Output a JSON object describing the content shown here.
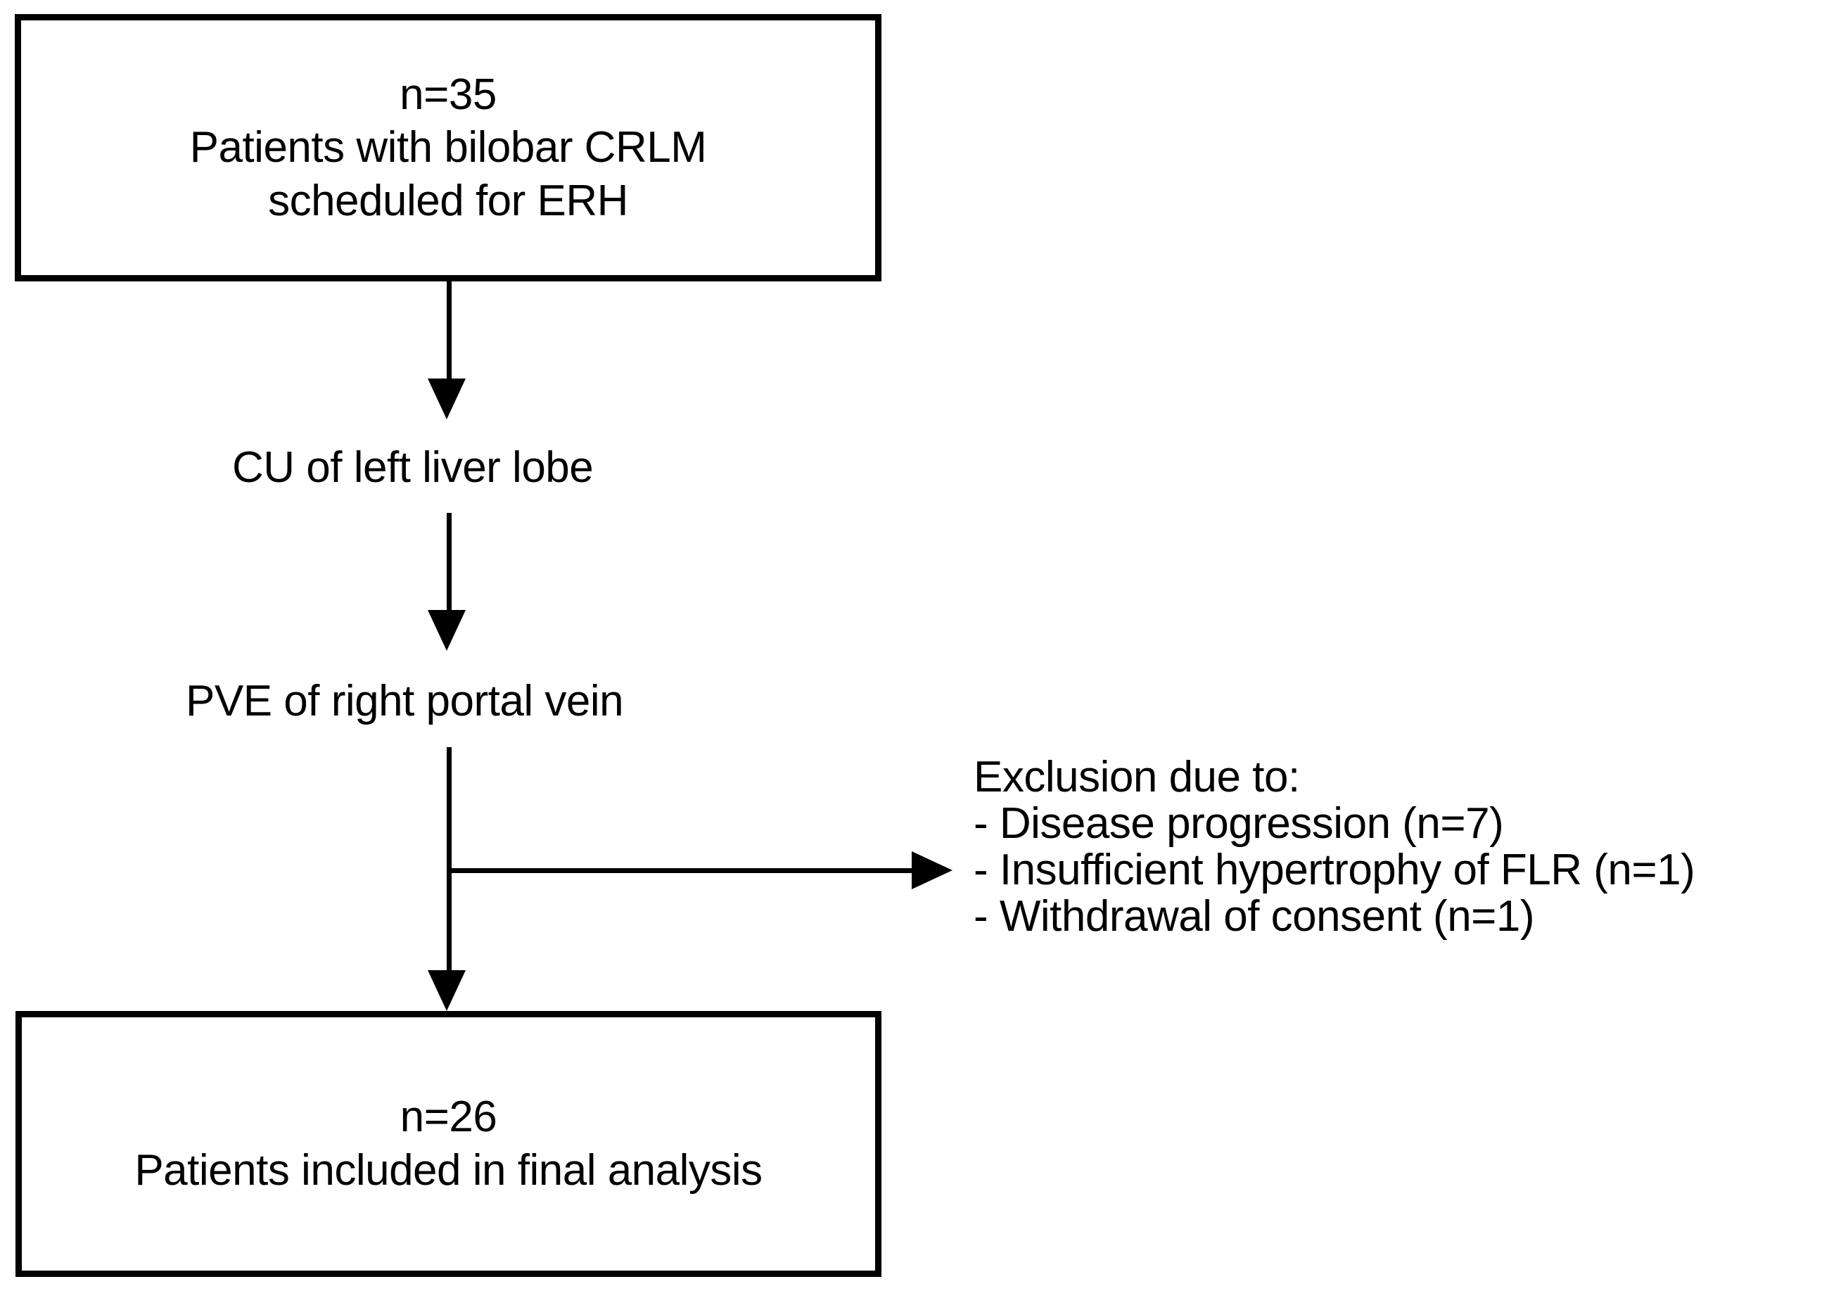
{
  "diagram": {
    "type": "patient-flow-consort",
    "nodes": {
      "enrolled": {
        "lines": [
          "n=35",
          "Patients with bilobar CRLM",
          "scheduled for ERH"
        ]
      },
      "step_cu": "CU of left liver lobe",
      "step_pve": "PVE of right portal vein",
      "analysis": {
        "lines": [
          "n=26",
          "Patients included in final analysis"
        ]
      }
    },
    "exclusion": {
      "heading": "Exclusion due to:",
      "items": [
        "- Disease progression (n=7)",
        "- Insufficient hypertrophy of FLR (n=1)",
        "- Withdrawal of consent (n=1)"
      ]
    },
    "counts": {
      "enrolled": 35,
      "included": 26,
      "excluded_disease_progression": 7,
      "excluded_insufficient_hypertrophy": 1,
      "excluded_withdrawal_of_consent": 1
    },
    "colors": {
      "stroke": "#000000",
      "text": "#000000",
      "background": "#ffffff"
    }
  }
}
